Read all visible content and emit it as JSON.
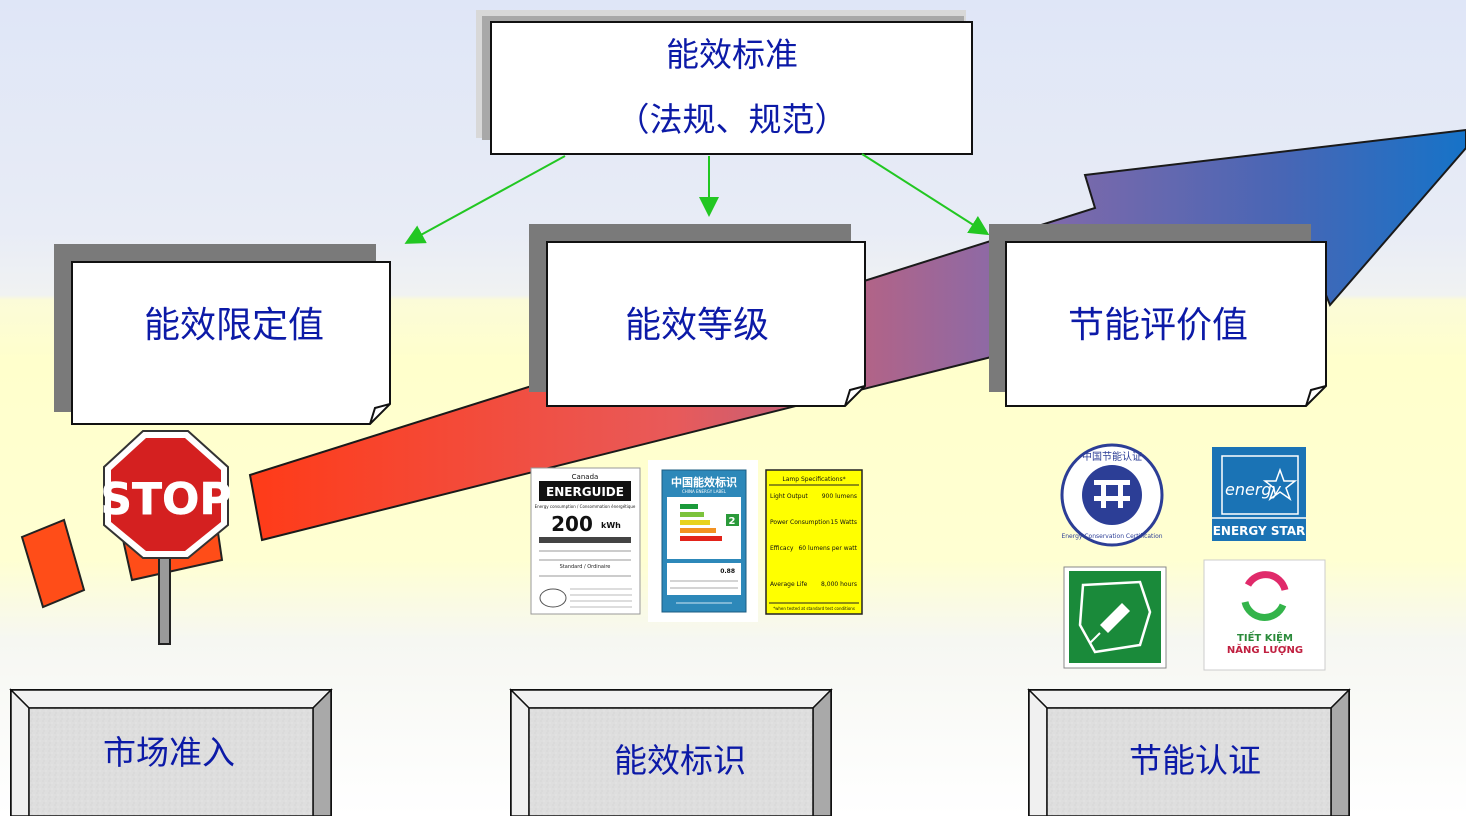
{
  "standard_box": {
    "line1": "能效标准",
    "line2": "（法规、规范）"
  },
  "level_boxes": [
    {
      "label": "能效限定值"
    },
    {
      "label": "能效等级"
    },
    {
      "label": "节能评价值"
    }
  ],
  "bottom_boxes": [
    {
      "label": "市场准入"
    },
    {
      "label": "能效标识"
    },
    {
      "label": "节能认证"
    }
  ],
  "stop_sign": {
    "text": "STOP"
  },
  "labels": {
    "energuide": {
      "brand": "ENERGUIDE",
      "country": "Canada",
      "value": "200",
      "unit": "kWh",
      "subtitle": "Energy consumption / Consommation énergétique",
      "footer": "Standard / Ordinaire"
    },
    "china_label": {
      "title": "中国能效标识",
      "subtitle": "CHINA ENERGY LABEL",
      "grade": "2",
      "value": "0.88"
    },
    "lamp_spec": {
      "title": "Lamp Specifications*",
      "rows": [
        {
          "name": "Light Output",
          "value": "900 lumens"
        },
        {
          "name": "Power Consumption",
          "value": "15 Watts"
        },
        {
          "name": "Efficacy",
          "value": "60 lumens per watt"
        },
        {
          "name": "Average Life",
          "value": "8,000 hours"
        }
      ],
      "footnote": "*when tested at standard test conditions"
    },
    "cecp": {
      "top": "中国节能认证",
      "bottom": "Energy Conservation Certification"
    },
    "energy_star": {
      "script": "energy",
      "name": "ENERGY STAR"
    },
    "vietnam": {
      "line1": "TIẾT KIỆM",
      "line2": "NĂNG LƯỢNG"
    }
  },
  "colors": {
    "text_blue": "#0c1aa7",
    "arrow_green": "#22c722",
    "ribbon_start": "#ff3d1a",
    "ribbon_mid": "#8a6aa8",
    "ribbon_end": "#1f6dc0"
  }
}
